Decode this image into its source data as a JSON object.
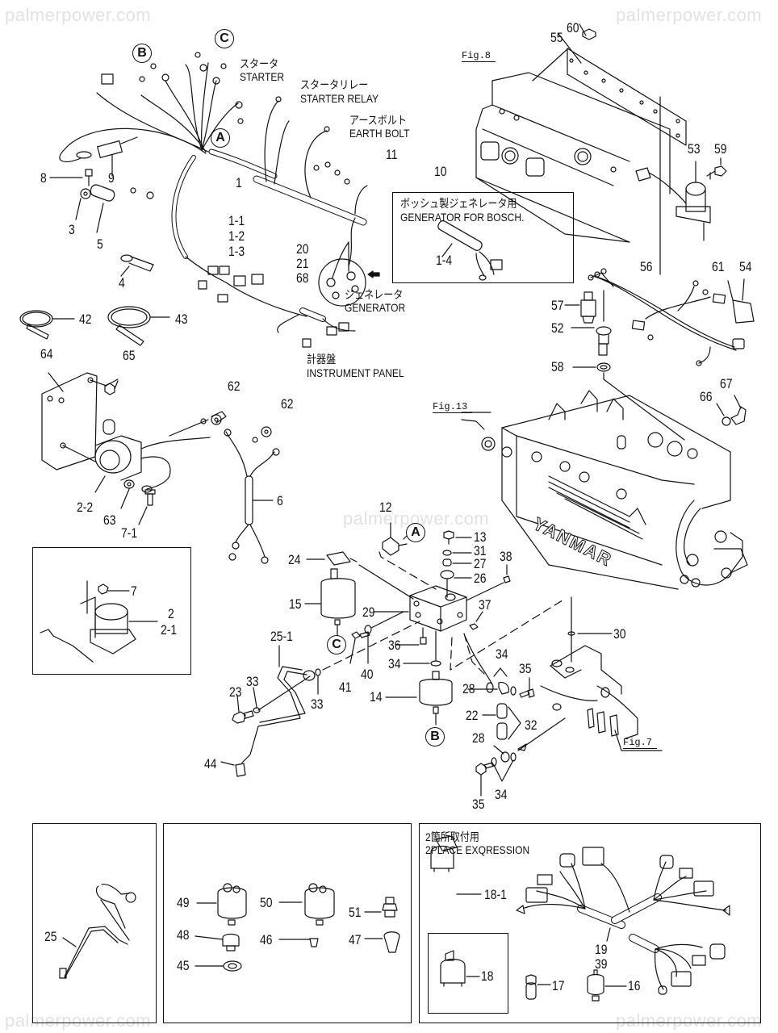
{
  "watermark": "palmerpower.com",
  "figure_refs": {
    "fig8": "Fig.8",
    "fig13": "Fig.13",
    "fig7": "Fig.7"
  },
  "callouts": {
    "A": "A",
    "B": "B",
    "C": "C"
  },
  "captions": {
    "starter_jp": "スタータ",
    "starter_en": "STARTER",
    "starter_relay_jp": "スタータリレー",
    "starter_relay_en": "STARTER RELAY",
    "earth_bolt_jp": "アースボルト",
    "earth_bolt_en": "EARTH BOLT",
    "generator_jp": "ジェネレータ",
    "generator_en": "GENERATOR",
    "instrument_panel_jp": "計器盤",
    "instrument_panel_en": "INSTRUMENT PANEL",
    "bosch_box_jp": "ボッシュ製ジェネレータ用",
    "bosch_box_en": "GENERATOR FOR BOSCH.",
    "two_place_jp": "2箇所取付用",
    "two_place_en": "2PLACE EXQRESSION"
  },
  "brand_text": "YANMAR",
  "part_labels": {
    "p1": "1",
    "p1_1": "1-1",
    "p1_2": "1-2",
    "p1_3": "1-3",
    "p1_4": "1-4",
    "p2": "2",
    "p2_1": "2-1",
    "p2_2": "2-2",
    "p3": "3",
    "p4": "4",
    "p5": "5",
    "p6": "6",
    "p7": "7",
    "p7_1": "7-1",
    "p8": "8",
    "p9": "9",
    "p10": "10",
    "p11": "11",
    "p12": "12",
    "p13": "13",
    "p14": "14",
    "p15": "15",
    "p16": "16",
    "p17": "17",
    "p18": "18",
    "p18_1": "18-1",
    "p19": "19",
    "p20": "20",
    "p21": "21",
    "p22": "22",
    "p23": "23",
    "p24": "24",
    "p25": "25",
    "p25_1": "25-1",
    "p26": "26",
    "p27": "27",
    "p28a": "28",
    "p28b": "28",
    "p29": "29",
    "p30": "30",
    "p31": "31",
    "p32": "32",
    "p33a": "33",
    "p33b": "33",
    "p34a": "34",
    "p34b": "34",
    "p34c": "34",
    "p35a": "35",
    "p35b": "35",
    "p36": "36",
    "p37": "37",
    "p38": "38",
    "p39": "39",
    "p40": "40",
    "p41": "41",
    "p42": "42",
    "p43": "43",
    "p44": "44",
    "p45": "45",
    "p46": "46",
    "p47": "47",
    "p48": "48",
    "p49": "49",
    "p50": "50",
    "p51": "51",
    "p52": "52",
    "p53": "53",
    "p54": "54",
    "p55": "55",
    "p56": "56",
    "p57": "57",
    "p58": "58",
    "p59": "59",
    "p60": "60",
    "p61": "61",
    "p62a": "62",
    "p62b": "62",
    "p63": "63",
    "p64": "64",
    "p65": "65",
    "p66": "66",
    "p67": "67",
    "p68": "68"
  }
}
